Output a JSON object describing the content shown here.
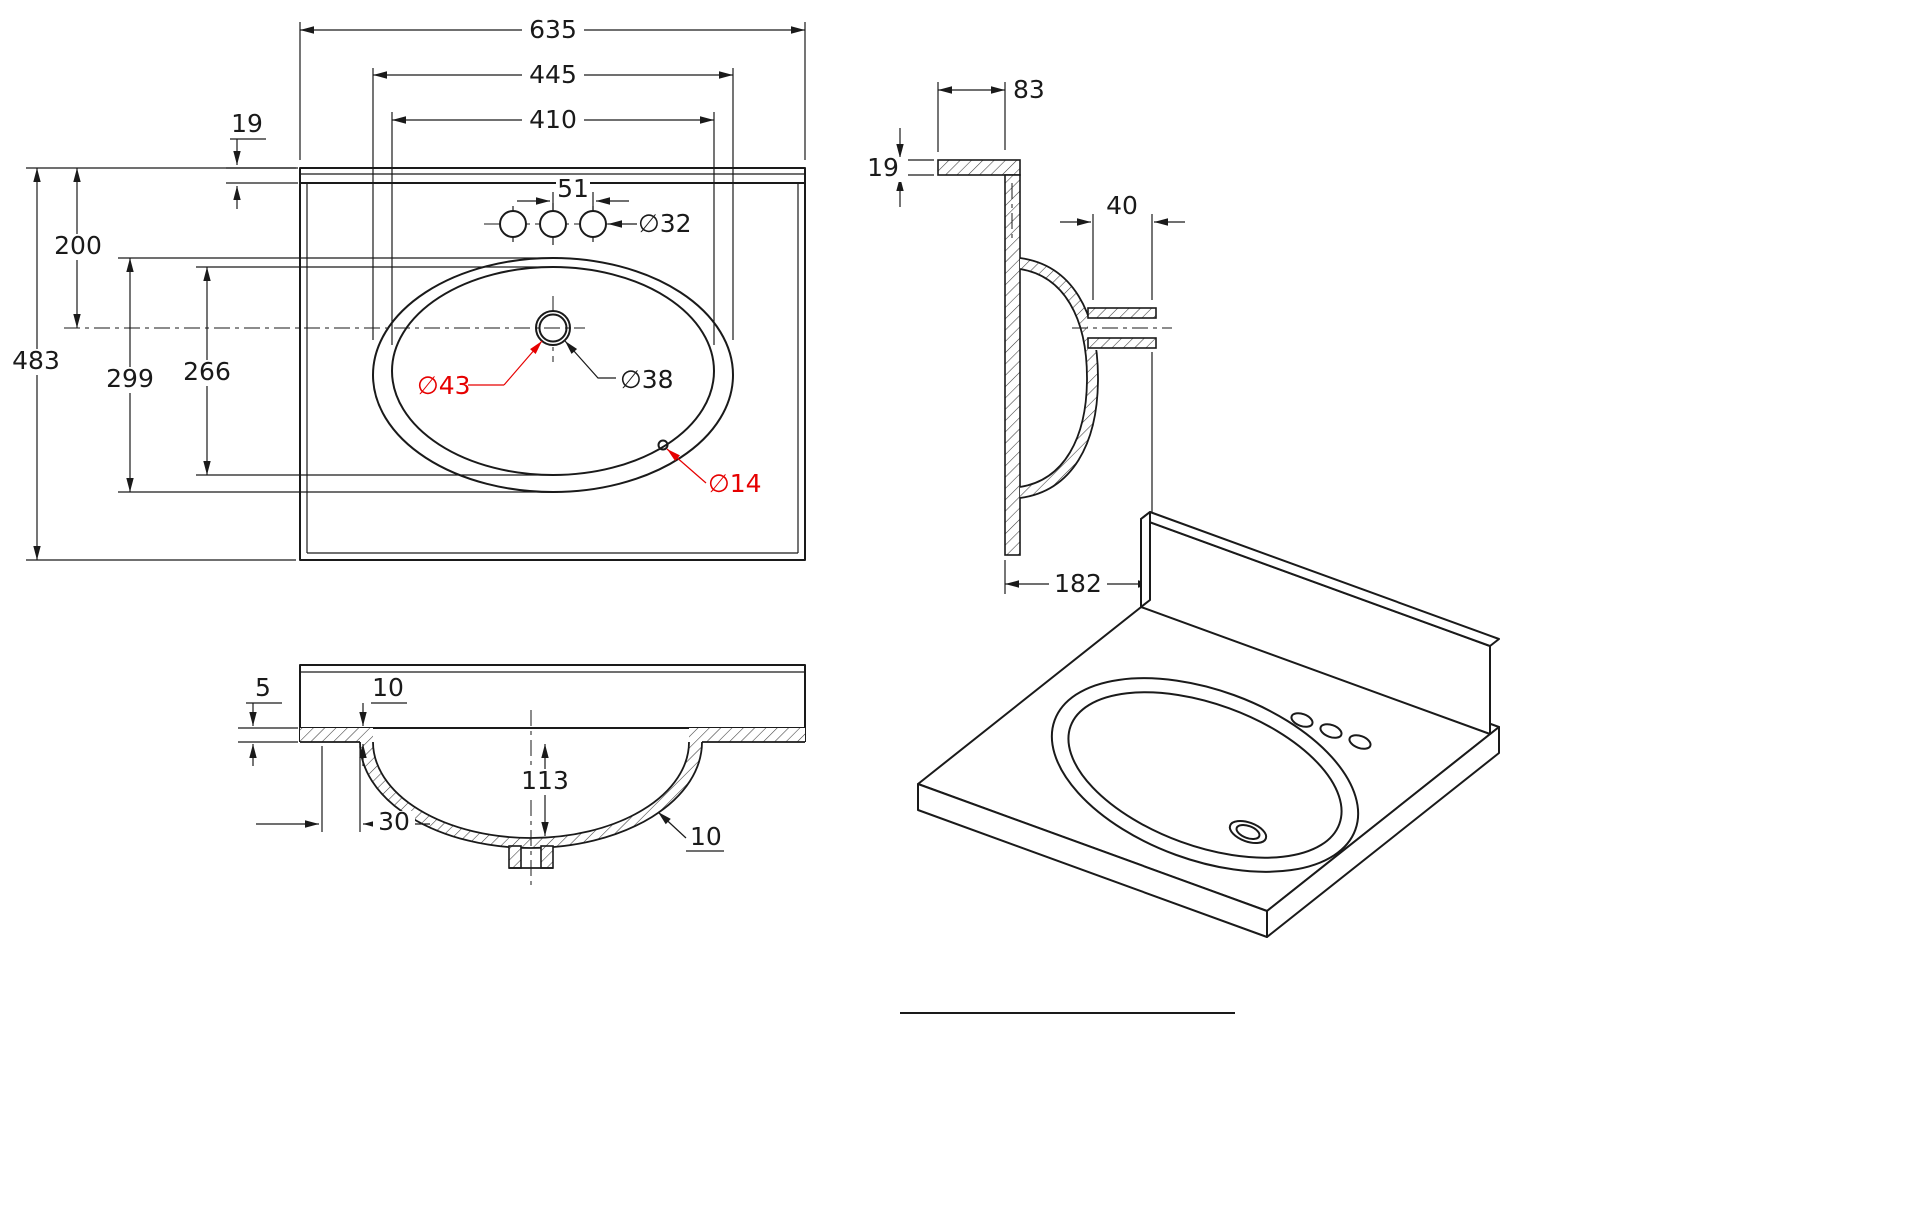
{
  "colors": {
    "line": "#1a1a1a",
    "accent_red": "#e60000",
    "background": "#ffffff"
  },
  "plan_view": {
    "dim_total_width": "635",
    "dim_basin_outer_width": "445",
    "dim_basin_inner_width": "410",
    "dim_backsplash_depth": "19",
    "dim_faucet_hole_spacing": "51",
    "label_faucet_hole_dia": "∅32",
    "dim_total_depth": "483",
    "dim_drain_center_from_back": "200",
    "dim_basin_outer_depth": "299",
    "dim_basin_inner_depth": "266",
    "label_drain_cutout_dia": "∅43",
    "label_drain_dia": "∅38",
    "label_overflow_dia": "∅14"
  },
  "side_view": {
    "dim_backsplash_height": "83",
    "dim_deck_thickness": "19",
    "dim_drain_stub_length": "40",
    "dim_depth_below_deck": "182"
  },
  "front_view": {
    "dim_front_edge_drop": "5",
    "dim_rim_step": "10",
    "dim_basin_depth": "113",
    "dim_front_flat_width": "30",
    "dim_bowl_wall_thickness": "10"
  }
}
